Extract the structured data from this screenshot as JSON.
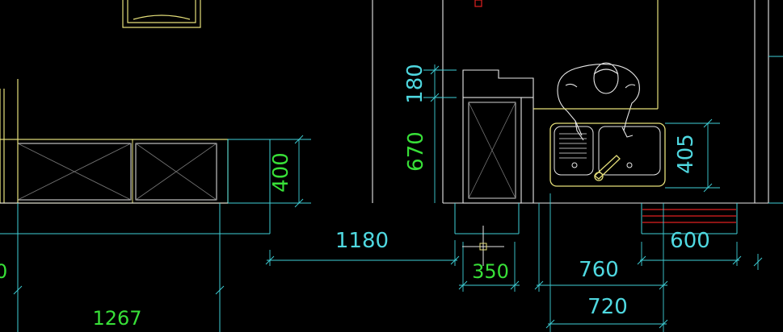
{
  "drawing": {
    "background": "#000000",
    "colors": {
      "cyan": "#3fd0d8",
      "yellow": "#e6e07a",
      "white": "#e8e8e8",
      "green": "#38e038",
      "red": "#e02020",
      "dim_text_cyan": "#4fd8e0"
    },
    "dimensions": {
      "d180": "180",
      "d670": "670",
      "d400": "400",
      "d405": "405",
      "d1180": "1180",
      "d350": "350",
      "d760": "760",
      "d720": "720",
      "d600": "600",
      "d1267": "1267",
      "d_partial": "0"
    },
    "icons": {
      "cursor": "crosshair-cursor-icon",
      "person": "person-at-sink-icon",
      "sink": "double-sink-icon"
    }
  }
}
